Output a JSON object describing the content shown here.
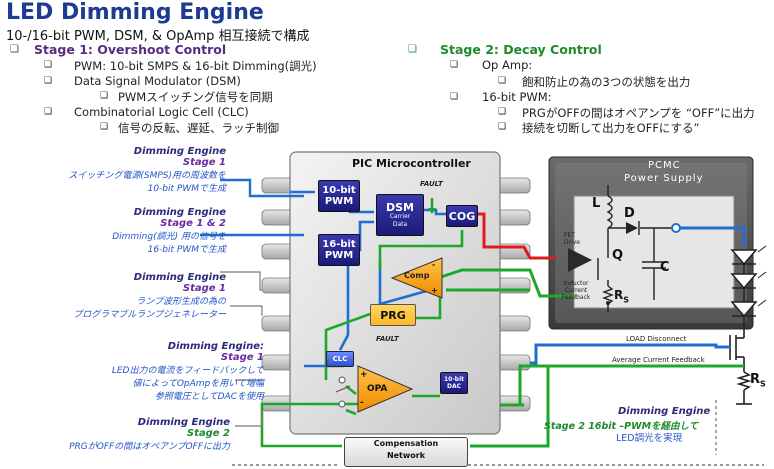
{
  "header": {
    "title": "LED Dimming Engine",
    "subtitle": "10-/16-bit PWM, DSM, & OpAmp 相互接続で構成"
  },
  "stage1": {
    "heading": "Stage 1:  Overshoot Control",
    "items": [
      {
        "text": "PWM:  10-bit SMPS & 16-bit Dimming(調光)"
      },
      {
        "text": "Data Signal Modulator (DSM)"
      },
      {
        "text": "PWMスイッチング信号を同期"
      },
      {
        "text": "Combinatorial Logic Cell (CLC)"
      },
      {
        "text": "信号の反転、遅延、ラッチ制御"
      }
    ]
  },
  "stage2": {
    "heading": "Stage 2:  Decay Control",
    "items": [
      {
        "text": "Op Amp:"
      },
      {
        "text": "飽和防止の為の3つの状態を出力"
      },
      {
        "text": "16-bit PWM:"
      },
      {
        "text": "PRGがOFFの間はオペアンプを “OFF”に出力"
      },
      {
        "text": "接続を切断して出力をOFFにする”"
      }
    ]
  },
  "annotations": [
    {
      "head": "Dimming Engine",
      "stage": "Stage 1",
      "lines": [
        "スイッチング電源(SMPS)用の周波数を",
        "10-bit PWMで生成"
      ]
    },
    {
      "head": "Dimming Engine",
      "stage": "Stage 1 & 2",
      "lines": [
        "Dimming(調光) 用の信号を",
        "16-bit PWMで生成"
      ]
    },
    {
      "head": "Dimming Engine",
      "stage": "Stage 1",
      "lines": [
        "ランプ波形生成の為の",
        "プログラマブルランプジェネレーター"
      ]
    },
    {
      "head": "Dimming Engine:",
      "stage": "Stage 1",
      "lines": [
        "LED出力の電流をフィードバックして",
        "値によってOpAmpを用いて増幅",
        "参照電圧としてDACを使用"
      ]
    },
    {
      "head": "Dimming Engine",
      "stage": "Stage 2",
      "lines": [
        "PRGがOFFの間はオペアンプOFFに出力"
      ]
    }
  ],
  "mcu": {
    "title": "PIC Microcontroller",
    "pwm10": "10-bit PWM",
    "pwm16": "16-bit PWM",
    "dsm": "DSM",
    "dsm_sub": "Carrier Data",
    "cog": "COG",
    "comp": "Comp",
    "prg": "PRG",
    "clc": "CLC",
    "opa": "OPA",
    "dac": "10-bit DAC",
    "fault1": "FAULT",
    "fault2": "FAULT"
  },
  "pcmc": {
    "title": "PCMC",
    "subtitle": "Power Supply",
    "fet_drive": "FET Drive",
    "inductor_fb": "Inductor Current Feedback",
    "L": "L",
    "D": "D",
    "Q": "Q",
    "C": "C",
    "Rs": "R",
    "Rs_sub": "S"
  },
  "right": {
    "load_disconnect": "LOAD Disconnect",
    "avg_feedback": "Average  Current  Feedback",
    "Rs": "R",
    "Rs_sub": "S",
    "note_head": "Dimming Engine",
    "note_l1": "Stage 2 16bit –PWMを経由して",
    "note_l2": "LED調光を実現"
  },
  "comp_network": {
    "l1": "Compensation",
    "l2": "Network"
  },
  "colors": {
    "navy": "#1f1f85",
    "orange": "#ff9d10",
    "green": "#1ea82a",
    "blue": "#1e6fd0",
    "red": "#e01b1b"
  }
}
